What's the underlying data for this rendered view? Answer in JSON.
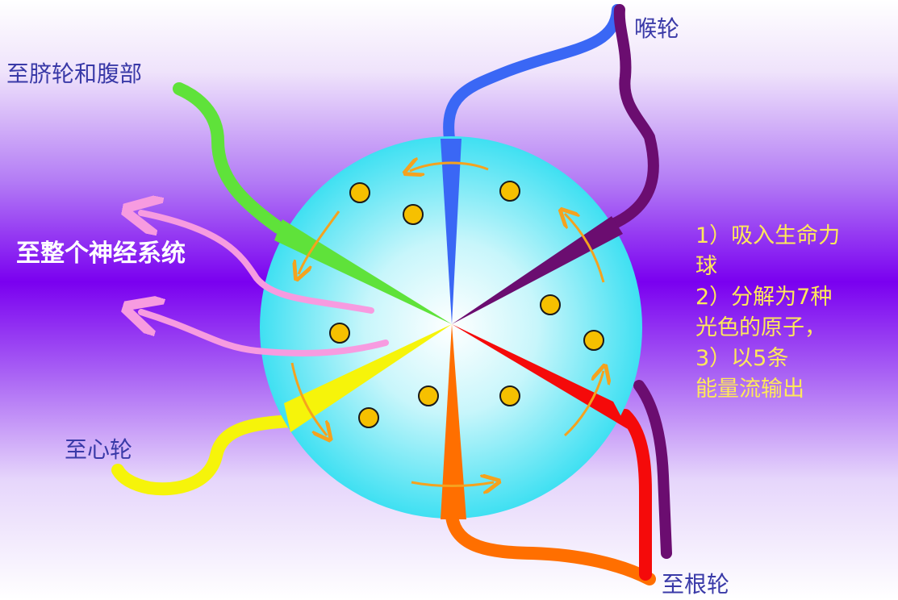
{
  "labels": {
    "throat": "喉轮",
    "navel_abdomen": "至脐轮和腹部",
    "nervous_system": "至整个神经系统",
    "heart": "至心轮",
    "root": "至根轮"
  },
  "notes": [
    "1）吸入生命力",
    "球",
    "2）分解为7种",
    "光色的原子，",
    "3）以5条",
    "能量流输出"
  ],
  "colors": {
    "background_center": "#7a00f0",
    "background_edge": "#ffffff",
    "sphere_center": "#ffffff",
    "sphere_edge": "#3fe0f2",
    "throat_stream": "#3a67f5",
    "throat_outflow": "#6b0d70",
    "navel_stream": "#5fe23a",
    "nervous_stream": "#f79be0",
    "heart_stream": "#f6f40a",
    "root_stream": "#f50a0a",
    "root_orange_stream": "#ff6f00",
    "arrows": "#f5a21e",
    "atoms": "#f6c000",
    "dark_label": "#3a3aa8",
    "note_text": "#ffe85a"
  }
}
